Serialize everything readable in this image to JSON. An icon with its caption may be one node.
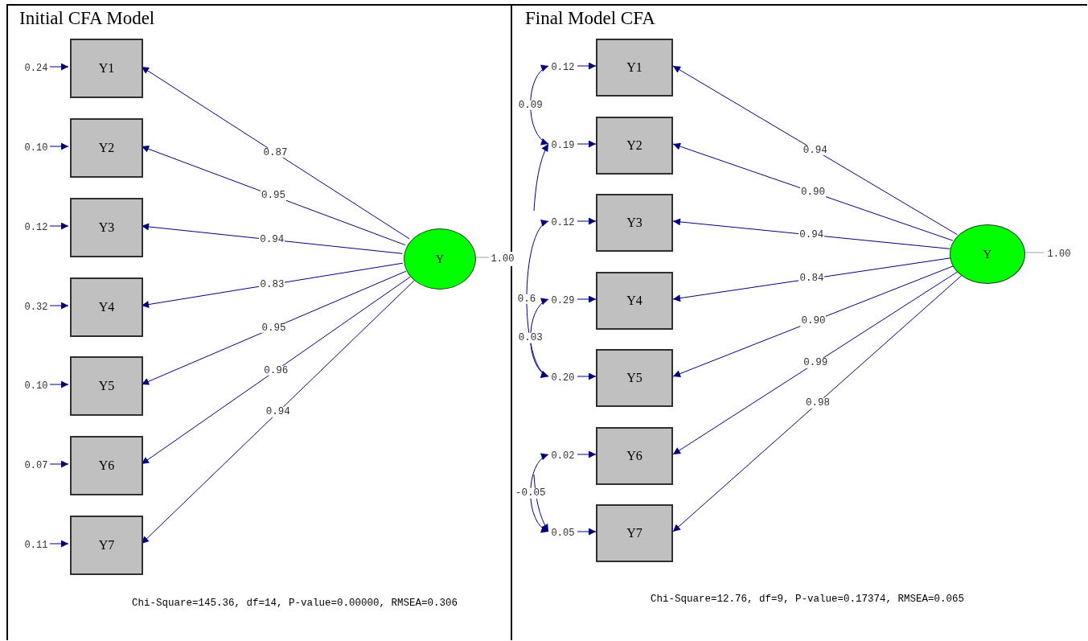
{
  "diagram": {
    "nodes": [
      {
        "text": [
          "Initial CFA Model",
          "Chi-Square=145.36, df=14, P-value=0.00000, RMSEA=0.306"
        ]
      },
      {
        "text": [
          "Y1"
        ],
        "in": 0
      },
      {
        "text": [
          "Y2"
        ],
        "in": 0
      },
      {
        "text": [
          "Y3"
        ],
        "in": 0
      },
      {
        "text": [
          "Y4"
        ],
        "in": 0
      },
      {
        "text": [
          "Y5"
        ],
        "in": 0
      },
      {
        "text": [
          "Y6"
        ],
        "in": 0
      },
      {
        "text": [
          "Y7"
        ],
        "in": 0
      },
      {
        "text": [
          "0.24"
        ],
        "in": 0
      },
      {
        "text": [
          "0.10"
        ],
        "in": 0
      },
      {
        "text": [
          "0.12"
        ],
        "in": 0
      },
      {
        "text": [
          "0.32"
        ],
        "in": 0
      },
      {
        "text": [
          "0.10"
        ],
        "in": 0
      },
      {
        "text": [
          "0.07"
        ],
        "in": 0
      },
      {
        "text": [
          "0.11"
        ],
        "in": 0
      },
      {
        "text": [
          "Y"
        ],
        "in": 0
      },
      {
        "text": [
          "1.00"
        ],
        "in": 0
      },
      {
        "text": [
          "Final Model CFA",
          "Chi-Square=12.76, df=9, P-value=0.17374, RMSEA=0.065"
        ]
      },
      {
        "text": [
          "Y1"
        ],
        "in": 17
      },
      {
        "text": [
          "Y2"
        ],
        "in": 17
      },
      {
        "text": [
          "Y3"
        ],
        "in": 17
      },
      {
        "text": [
          "Y4"
        ],
        "in": 17
      },
      {
        "text": [
          "Y5"
        ],
        "in": 17
      },
      {
        "text": [
          "Y6"
        ],
        "in": 17
      },
      {
        "text": [
          "Y7"
        ],
        "in": 17
      },
      {
        "text": [
          "0.12"
        ],
        "in": 17
      },
      {
        "text": [
          "0.19"
        ],
        "in": 17
      },
      {
        "text": [
          "0.12"
        ],
        "in": 17
      },
      {
        "text": [
          "0.29"
        ],
        "in": 17
      },
      {
        "text": [
          "0.20"
        ],
        "in": 17
      },
      {
        "text": [
          "0.02"
        ],
        "in": 17
      },
      {
        "text": [
          "0.05"
        ],
        "in": 17
      },
      {
        "text": [
          "Y"
        ],
        "in": 17
      },
      {
        "text": [
          "1.00"
        ],
        "in": 17
      }
    ],
    "edges": [
      {
        "from": 8,
        "to": 1,
        "arrow": "to"
      },
      {
        "from": 9,
        "to": 2,
        "arrow": "to"
      },
      {
        "from": 10,
        "to": 3,
        "arrow": "to"
      },
      {
        "from": 11,
        "to": 4,
        "arrow": "to"
      },
      {
        "from": 12,
        "to": 5,
        "arrow": "to"
      },
      {
        "from": 13,
        "to": 6,
        "arrow": "to"
      },
      {
        "from": 14,
        "to": 7,
        "arrow": "to"
      },
      {
        "from": 15,
        "to": 1,
        "arrow": "to",
        "label": "0.87"
      },
      {
        "from": 15,
        "to": 2,
        "arrow": "to",
        "label": "0.95"
      },
      {
        "from": 15,
        "to": 3,
        "arrow": "to",
        "label": "0.94"
      },
      {
        "from": 15,
        "to": 4,
        "arrow": "to",
        "label": "0.83"
      },
      {
        "from": 15,
        "to": 5,
        "arrow": "to",
        "label": "0.95"
      },
      {
        "from": 15,
        "to": 6,
        "arrow": "to",
        "label": "0.96"
      },
      {
        "from": 15,
        "to": 7,
        "arrow": "to",
        "label": "0.94"
      },
      {
        "from": 15,
        "to": 16,
        "arrow": "none",
        "color": "#a0a0a0"
      },
      {
        "from": 25,
        "to": 18,
        "arrow": "to"
      },
      {
        "from": 26,
        "to": 19,
        "arrow": "to"
      },
      {
        "from": 27,
        "to": 20,
        "arrow": "to"
      },
      {
        "from": 28,
        "to": 21,
        "arrow": "to"
      },
      {
        "from": 29,
        "to": 22,
        "arrow": "to"
      },
      {
        "from": 30,
        "to": 23,
        "arrow": "to"
      },
      {
        "from": 31,
        "to": 24,
        "arrow": "to"
      },
      {
        "from": 32,
        "to": 18,
        "arrow": "to",
        "label": "0.94"
      },
      {
        "from": 32,
        "to": 19,
        "arrow": "to",
        "label": "0.90"
      },
      {
        "from": 32,
        "to": 20,
        "arrow": "to",
        "label": "0.94"
      },
      {
        "from": 32,
        "to": 21,
        "arrow": "to",
        "label": "0.84"
      },
      {
        "from": 32,
        "to": 22,
        "arrow": "to",
        "label": "0.90"
      },
      {
        "from": 32,
        "to": 23,
        "arrow": "to",
        "label": "0.99"
      },
      {
        "from": 32,
        "to": 24,
        "arrow": "to",
        "label": "0.98"
      },
      {
        "from": 32,
        "to": 33,
        "arrow": "none",
        "color": "#a0a0a0"
      },
      {
        "from": 25,
        "to": 26,
        "arrow": "both",
        "label": "0.09"
      },
      {
        "from": 28,
        "to": 29,
        "arrow": "both",
        "label": "0.03"
      },
      {
        "from": 30,
        "to": 31,
        "arrow": "both",
        "label": "-0.05"
      },
      {
        "from": 27,
        "to": 29,
        "arrow": "both",
        "label": "0.6"
      },
      {
        "from": null,
        "to": 26,
        "arrow": "to"
      },
      {
        "from": null,
        "to": 31,
        "arrow": "to"
      }
    ]
  }
}
